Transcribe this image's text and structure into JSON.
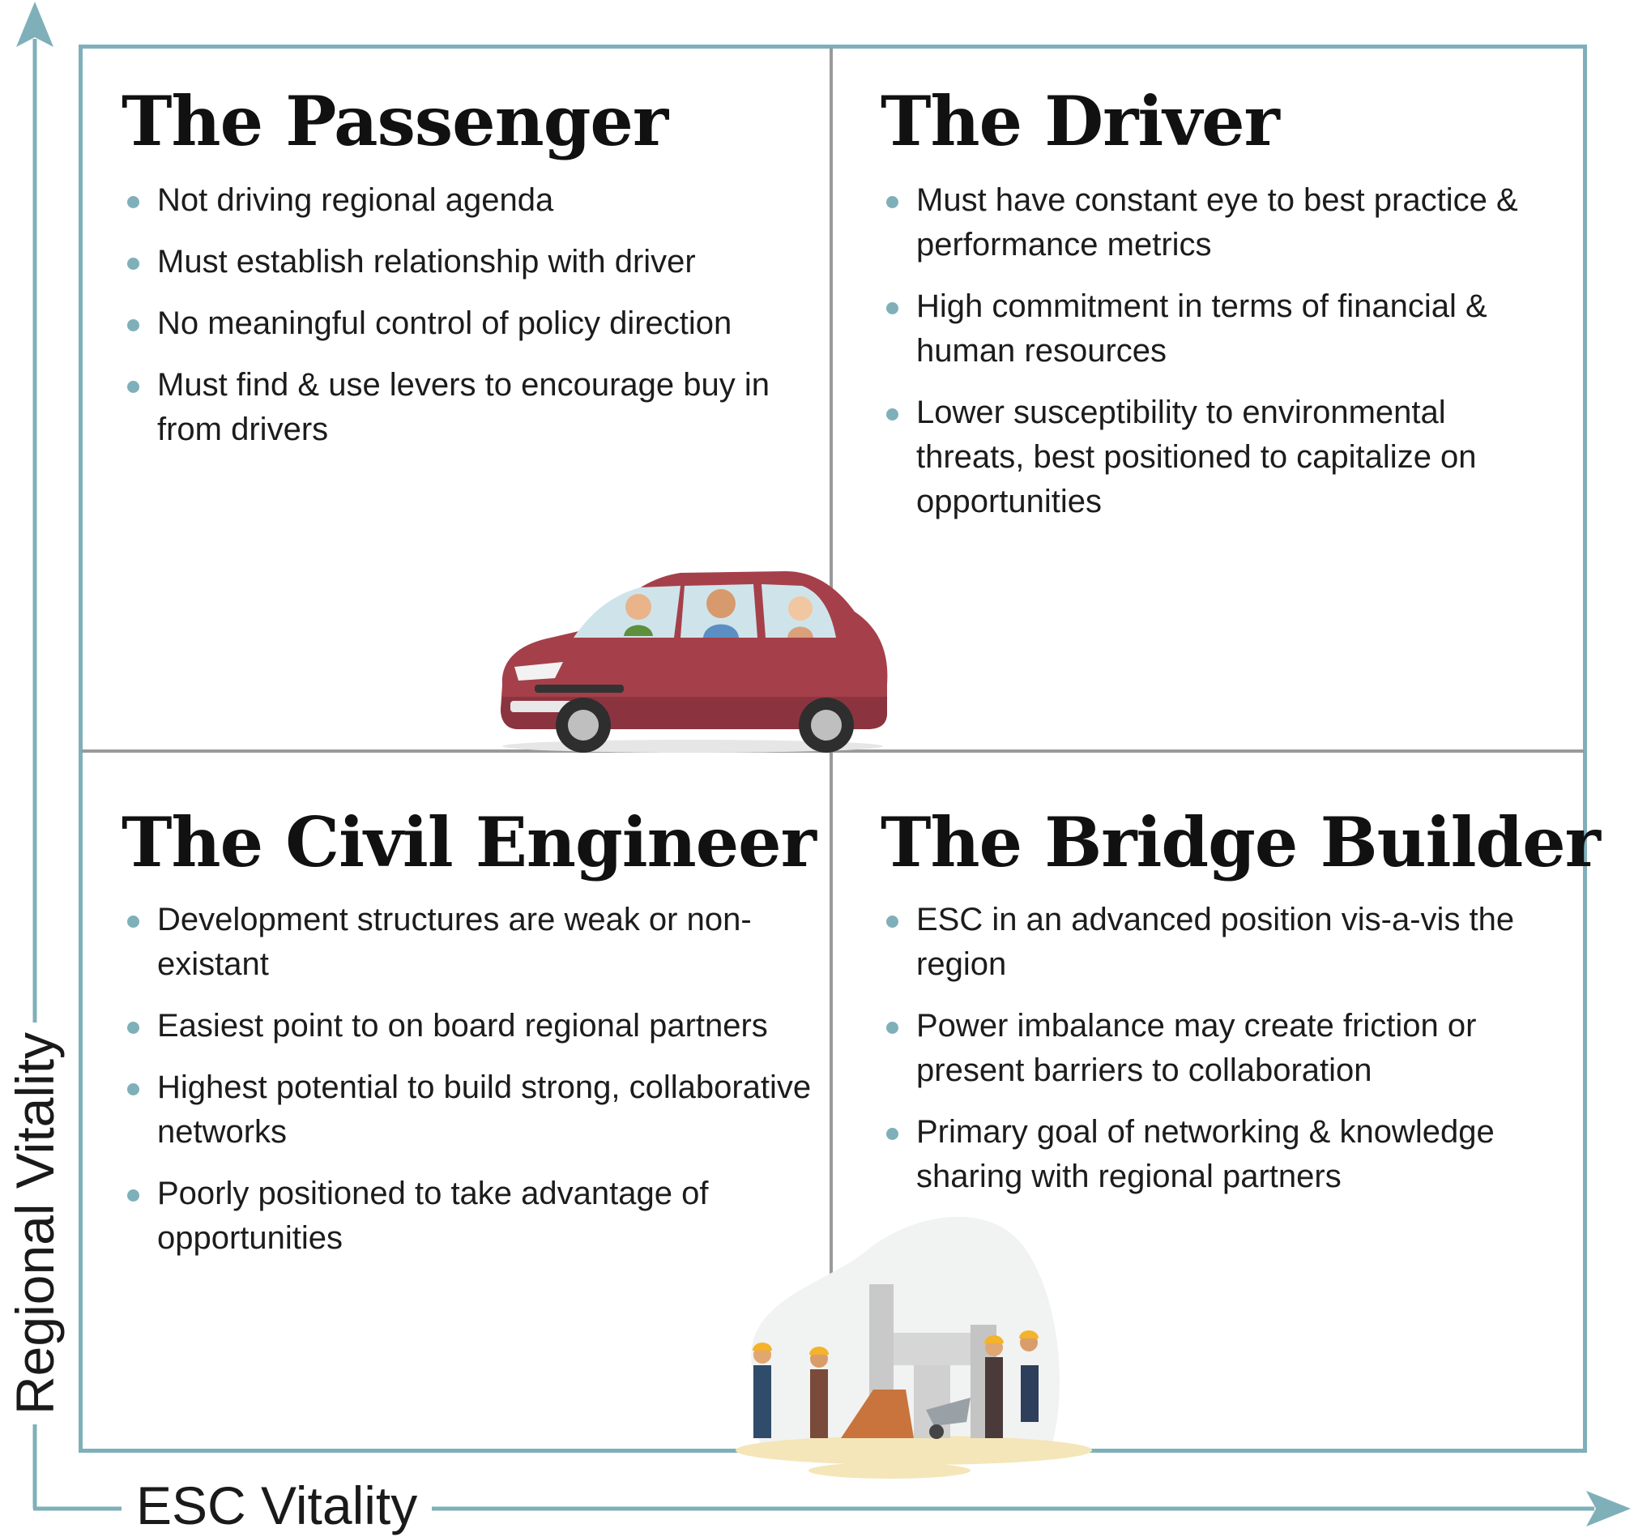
{
  "axes": {
    "y_label": "Regional Vitality",
    "x_label": "ESC Vitality"
  },
  "quadrants": {
    "passenger": {
      "title": "The Passenger",
      "bullets": [
        "Not driving regional agenda",
        "Must establish relationship with driver",
        "No meaningful control of policy direction",
        "Must find & use levers to encourage buy in from drivers"
      ]
    },
    "driver": {
      "title": "The Driver",
      "bullets": [
        "Must have constant eye to best practice & performance metrics",
        "High commitment in terms of financial & human resources",
        "Lower susceptibility to environmental threats, best positioned to capitalize on opportunities"
      ]
    },
    "civil_engineer": {
      "title": "The Civil Engineer",
      "bullets": [
        "Development structures are weak or non-existant",
        "Easiest point to on board regional partners",
        "Highest potential to build strong, collaborative networks",
        "Poorly positioned to take advantage of opportunities"
      ]
    },
    "bridge_builder": {
      "title": "The Bridge Builder",
      "bullets": [
        "ESC in an advanced position vis-a-vis the region",
        "Power imbalance may create friction or present barriers to collaboration",
        "Primary goal of networking & knowledge sharing with regional partners"
      ]
    }
  },
  "colors": {
    "axis": "#7fb0b9",
    "divider": "#9a9a9a",
    "bullet": "#7fb0b9",
    "car_body": "#a5404a"
  },
  "illustrations": [
    "car-with-three-passengers",
    "construction-workers-building"
  ]
}
